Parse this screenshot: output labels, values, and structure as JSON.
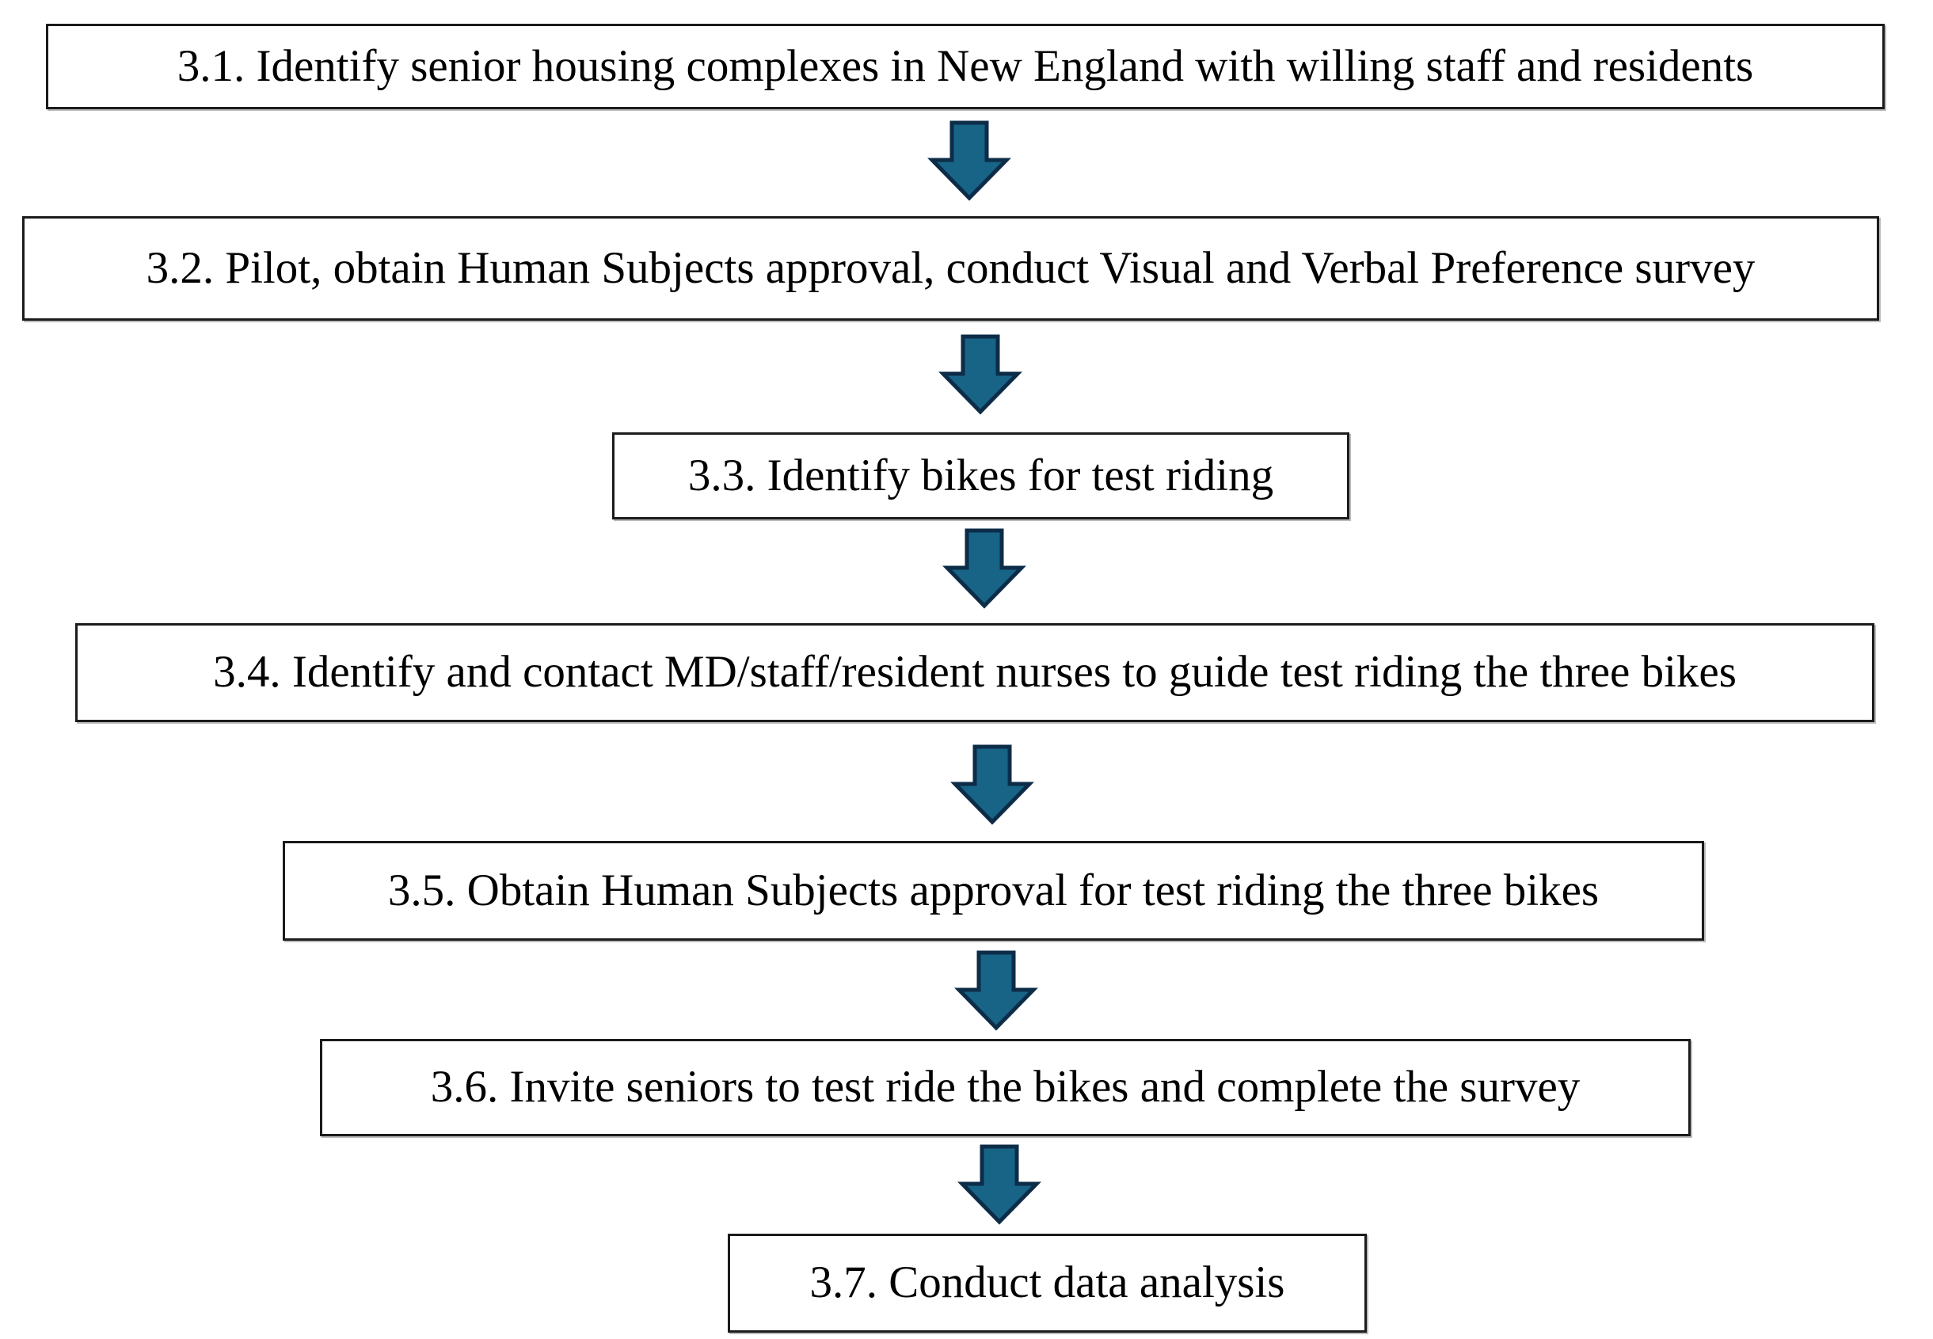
{
  "diagram": {
    "type": "flowchart",
    "direction": "top-down",
    "steps": [
      {
        "id": "3.1",
        "label": "3.1. Identify senior housing complexes in New England with willing staff and residents"
      },
      {
        "id": "3.2",
        "label": "3.2. Pilot, obtain Human Subjects approval, conduct Visual and Verbal Preference survey"
      },
      {
        "id": "3.3",
        "label": "3.3. Identify bikes for test riding"
      },
      {
        "id": "3.4",
        "label": "3.4. Identify and contact MD/staff/resident nurses to guide test riding the three bikes"
      },
      {
        "id": "3.5",
        "label": "3.5. Obtain Human Subjects approval for test riding the three bikes"
      },
      {
        "id": "3.6",
        "label": "3.6. Invite seniors to test ride the bikes and complete the survey"
      },
      {
        "id": "3.7",
        "label": "3.7. Conduct data analysis"
      }
    ],
    "connectors": [
      {
        "from": "3.1",
        "to": "3.2"
      },
      {
        "from": "3.2",
        "to": "3.3"
      },
      {
        "from": "3.3",
        "to": "3.4"
      },
      {
        "from": "3.4",
        "to": "3.5"
      },
      {
        "from": "3.5",
        "to": "3.6"
      },
      {
        "from": "3.6",
        "to": "3.7"
      }
    ],
    "colors": {
      "arrow_fill": "#176486",
      "arrow_outline": "#0d2c48",
      "box_border": "#1b1b1b",
      "box_background": "#ffffff",
      "text": "#000000",
      "background": "#ffffff"
    }
  }
}
